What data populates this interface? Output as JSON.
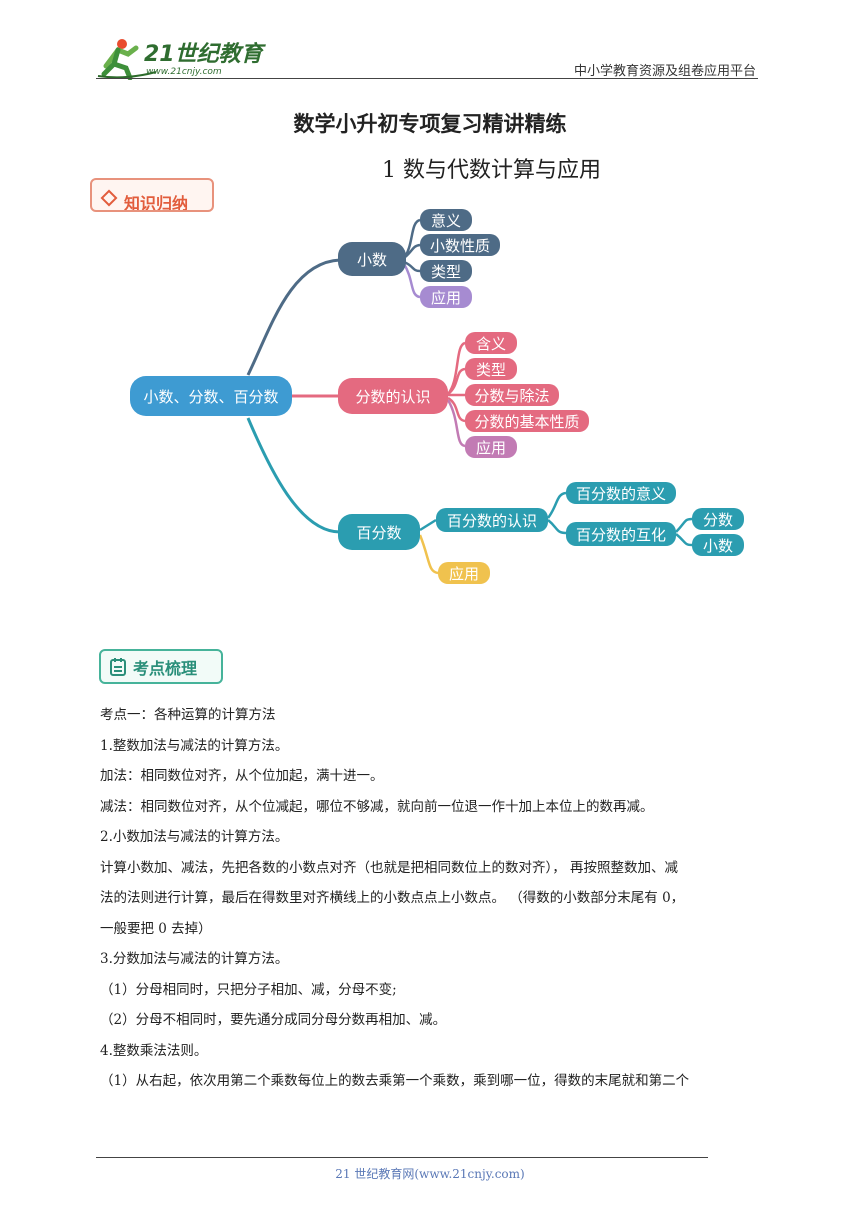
{
  "header": {
    "logo_text": "21世纪教育",
    "logo_url": "www.21cnjy.com",
    "right_text": "中小学教育资源及组卷应用平台"
  },
  "doc": {
    "title": "数学小升初专项复习精讲精练",
    "subtitle": "1 数与代数计算与应用"
  },
  "badges": {
    "knowledge": "知识归纳",
    "points": "考点梳理"
  },
  "mindmap": {
    "root": "小数、分数、百分数",
    "decimal": {
      "label": "小数",
      "children": [
        "意义",
        "小数性质",
        "类型",
        "应用"
      ]
    },
    "fraction": {
      "label": "分数的认识",
      "children": [
        "含义",
        "类型",
        "分数与除法",
        "分数的基本性质",
        "应用"
      ]
    },
    "percent": {
      "label": "百分数",
      "recognize": "百分数的认识",
      "meaning": "百分数的意义",
      "convert": "百分数的互化",
      "to_fraction": "分数",
      "to_decimal": "小数",
      "apply": "应用"
    },
    "colors": {
      "root": "#3e9bd2",
      "decimal": "#4e6b86",
      "decimal_apply": "#a68bd1",
      "fraction": "#e46a80",
      "fraction_apply": "#c27bb4",
      "percent": "#2b9db0",
      "percent_apply": "#f0c24e"
    }
  },
  "content": {
    "lines": [
      "考点一：各种运算的计算方法",
      "1.整数加法与减法的计算方法。",
      "加法：相同数位对齐，从个位加起，满十进一。",
      "减法：相同数位对齐，从个位减起，哪位不够减，就向前一位退一作十加上本位上的数再减。",
      "2.小数加法与减法的计算方法。",
      "计算小数加、减法，先把各数的小数点对齐（也就是把相同数位上的数对齐）， 再按照整数加、减",
      "法的法则进行计算，最后在得数里对齐横线上的小数点点上小数点。 （得数的小数部分末尾有 0，",
      "一般要把 0 去掉）",
      "3.分数加法与减法的计算方法。",
      "（1）分母相同时，只把分子相加、减，分母不变;",
      "（2）分母不相同时，要先通分成同分母分数再相加、减。",
      "4.整数乘法法则。",
      "（1）从右起，依次用第二个乘数每位上的数去乘第一个乘数，乘到哪一位，得数的末尾就和第二个"
    ]
  },
  "footer": {
    "text": "21 世纪教育网(www.21cnjy.com)"
  }
}
